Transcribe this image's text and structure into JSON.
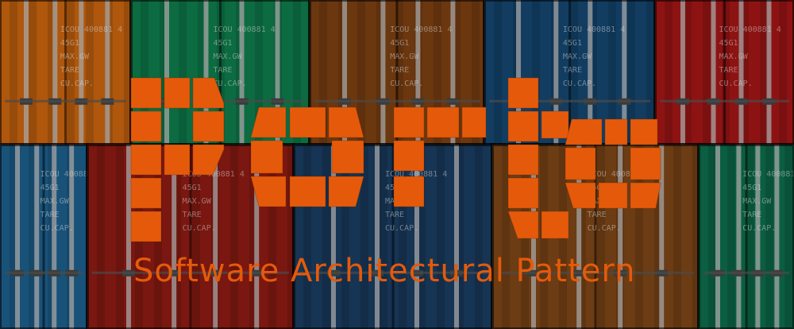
{
  "banner": {
    "wordmark": "Porto",
    "tagline": "Software Architectural Pattern",
    "accent_color": "#e55a0a",
    "container_colors": [
      "#c7640f",
      "#0e7a4a",
      "#7a3f12",
      "#15466f",
      "#a11616",
      "#1d5e8a",
      "#8a1b13",
      "#1a3c5f",
      "#7c4517",
      "#0d6b4a"
    ],
    "container_marking_lines": [
      "ICOU 400881 4",
      "45G1",
      "MAX.GW",
      "TARE",
      "CU.CAP."
    ]
  }
}
